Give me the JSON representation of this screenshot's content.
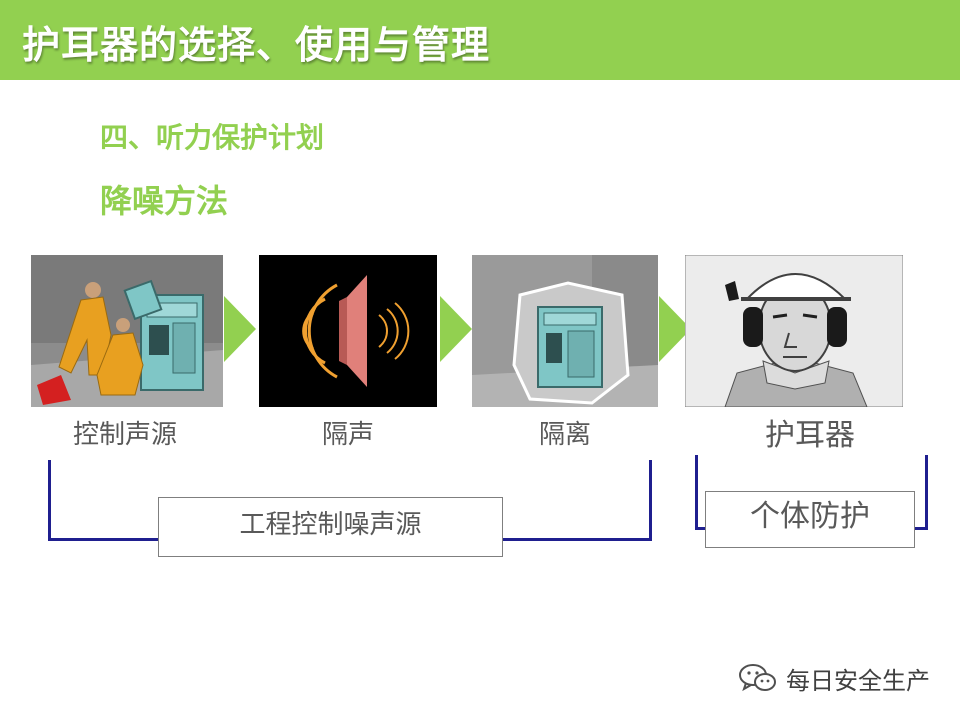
{
  "header": {
    "title": "护耳器的选择、使用与管理"
  },
  "section": {
    "heading": "四、听力保护计划",
    "subheading": "降噪方法"
  },
  "flow": {
    "steps": [
      {
        "label": "控制声源",
        "icon": "workers-at-machine-image"
      },
      {
        "label": "隔声",
        "icon": "sound-barrier-image"
      },
      {
        "label": "隔离",
        "icon": "enclosed-machine-image"
      },
      {
        "label": "护耳器",
        "icon": "worker-with-earmuffs-image"
      }
    ],
    "arrow_color": "#92d050"
  },
  "groups": {
    "engineering": {
      "label": "工程控制噪声源"
    },
    "personal": {
      "label": "个体防护"
    }
  },
  "watermark": {
    "text": "每日安全生产",
    "icon": "wechat-icon"
  },
  "colors": {
    "accent": "#92d050",
    "bracket": "#1f1f8f",
    "text": "#595959"
  }
}
